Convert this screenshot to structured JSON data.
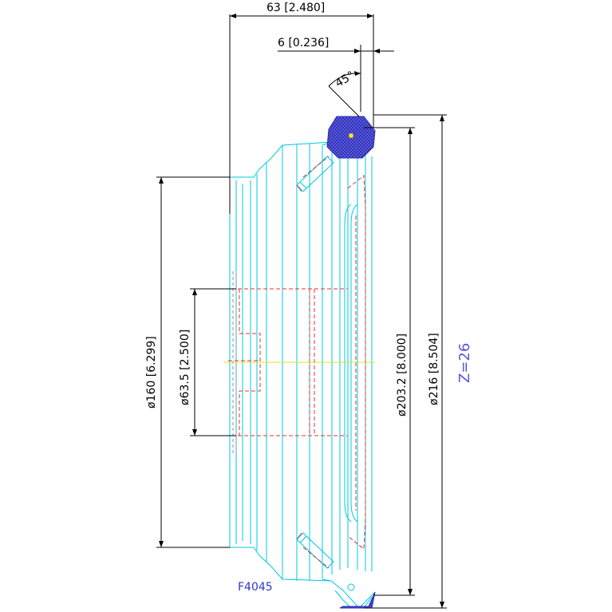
{
  "dimensions": {
    "overall_width": "63 [2.480]",
    "chamfer_width": "6 [0.236]",
    "chamfer_angle": "45°",
    "dia_160": "ø160 [6.299]",
    "dia_63_5": "ø63.5 [2.500]",
    "dia_203_2": "ø203.2 [8.000]",
    "dia_216": "ø216 [8.504]"
  },
  "part_number": "F4045",
  "tooth_count": "Z=26",
  "colors": {
    "outline": "#00c8e0",
    "hidden": "#e83030",
    "dimension": "#000000",
    "hatch": "#2a2ab0",
    "label": "#3333cc"
  }
}
